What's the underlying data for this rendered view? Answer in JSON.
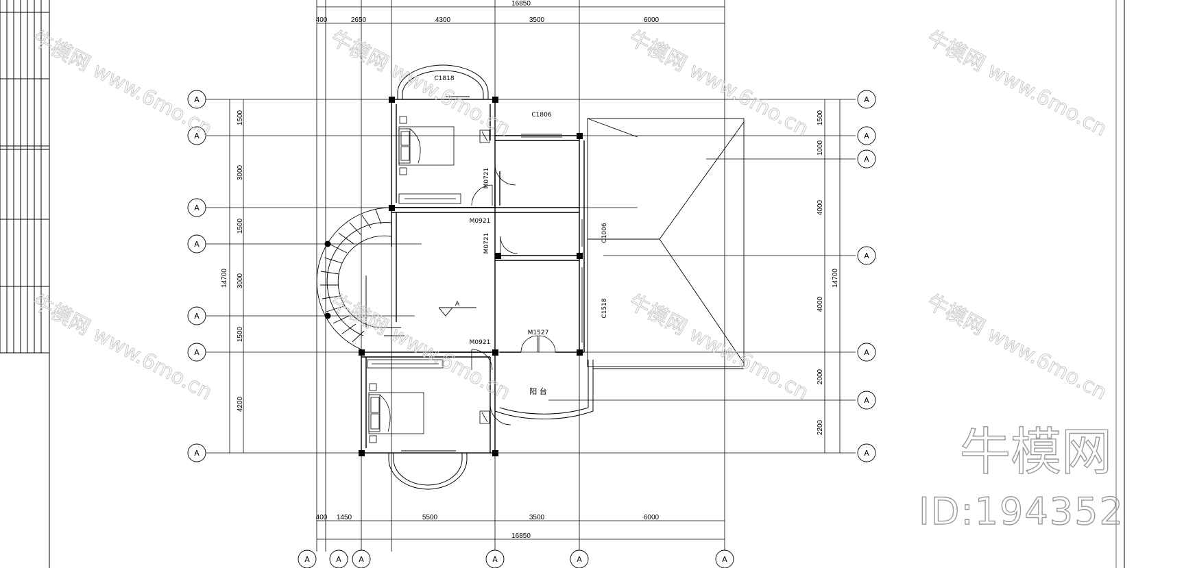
{
  "dimensions": {
    "top_total": "16850",
    "top_segments": [
      "400",
      "2650",
      "4300",
      "3500",
      "6000"
    ],
    "bottom_total": "16850",
    "bottom_segments": [
      "400",
      "1450",
      "5500",
      "3500",
      "6000"
    ],
    "left_total": "14700",
    "left_segments": [
      "1500",
      "3000",
      "1500",
      "3000",
      "1500",
      "4200"
    ],
    "right_total": "14700",
    "right_segments": [
      "1500",
      "1000",
      "4000",
      "4000",
      "2000",
      "2200"
    ]
  },
  "axis_label": "A",
  "labels": {
    "window_c1818": "C1818",
    "window_c1806": "C1806",
    "door_m0721_a": "M0721",
    "door_m0921_a": "M0921",
    "door_m0721_b": "M0721",
    "window_c1006": "C1006",
    "window_c1518": "C1518",
    "door_m0921_b": "M0921",
    "door_m1527": "M1527",
    "balcony": "阳  台",
    "section_mark": "A"
  },
  "watermark": {
    "brand": "牛模网",
    "url": "www.6mo.cn",
    "id": "ID:194352"
  },
  "colors": {
    "line": "#000000",
    "watermark": "#c8c8c8",
    "watermark_dark": "#9a9a9a",
    "background": "#ffffff"
  }
}
